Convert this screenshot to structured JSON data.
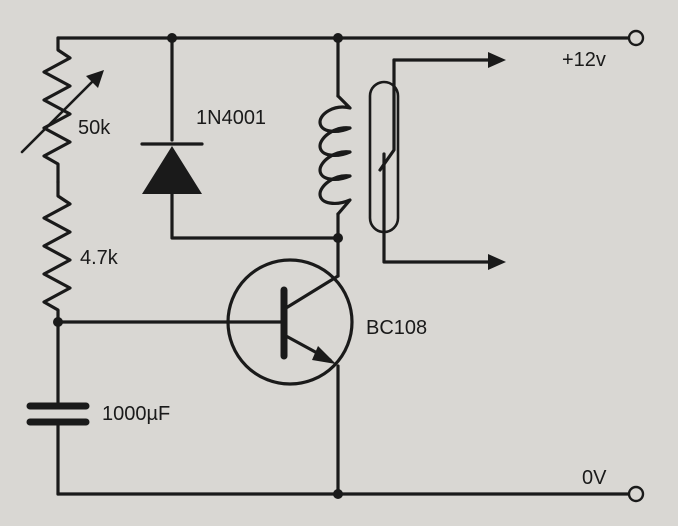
{
  "labels": {
    "supply_positive": "+12v",
    "supply_ground": "0V",
    "variable_resistor": "50k",
    "fixed_resistor": "4.7k",
    "diode": "1N4001",
    "capacitor": "1000µF",
    "transistor": "BC108"
  }
}
